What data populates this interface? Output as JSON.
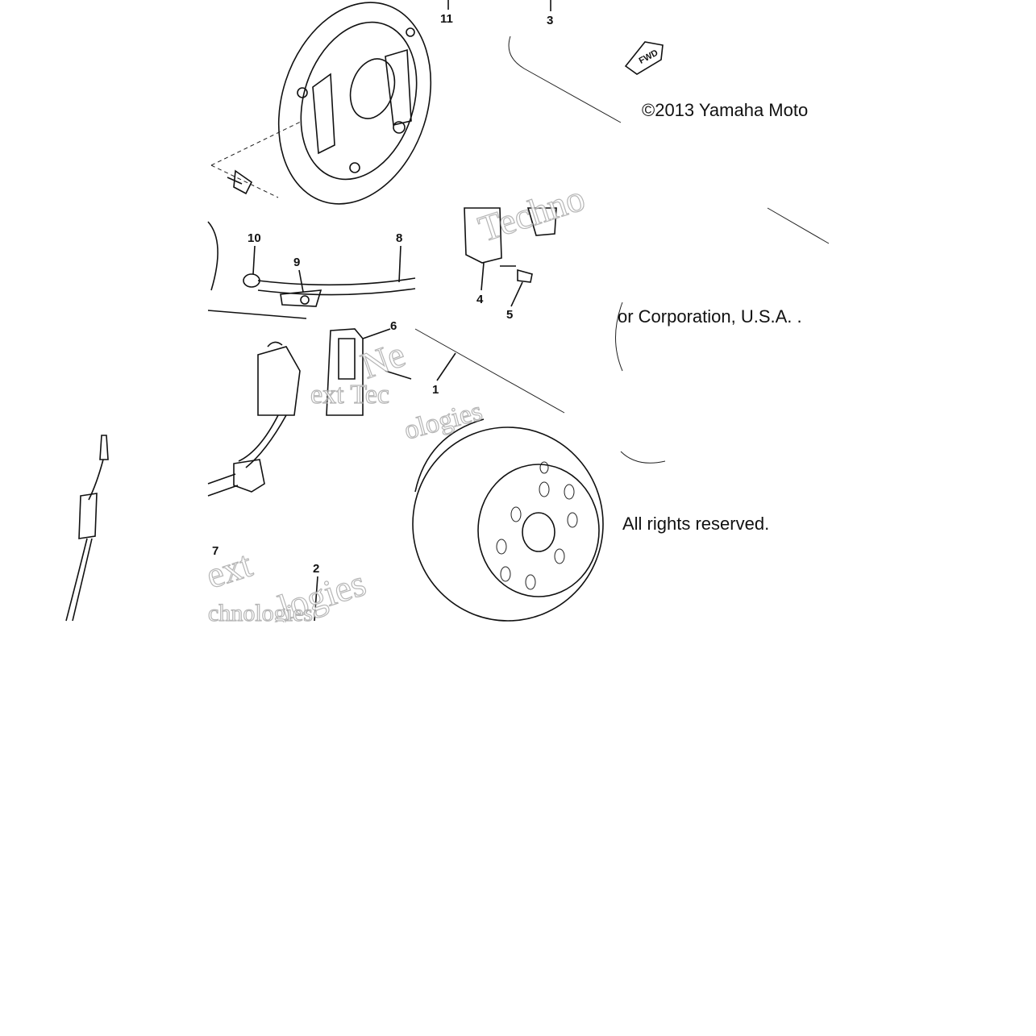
{
  "copyright": {
    "line1": "©2013 Yamaha Moto",
    "line2": "or Corporation, U.S.A. .",
    "line3": "All rights reserved."
  },
  "direction_marker": {
    "label": "FWD"
  },
  "watermark": {
    "t1": "Techno",
    "t2": "Ne",
    "t3": "ext Tec",
    "t4": "ologies",
    "t5": "ext",
    "t6": "logies",
    "t7": "chnologies"
  },
  "callouts": {
    "c1": "1",
    "c2": "2",
    "c3": "3",
    "c4": "4",
    "c5": "5",
    "c6": "6",
    "c7": "7",
    "c8": "8",
    "c9": "9",
    "c10": "10",
    "c11": "11"
  },
  "parts": {
    "stator_plate": "stator-plate",
    "flywheel": "flywheel-rotor",
    "coils": "ignition-coils",
    "lead_wire": "lead-wire"
  }
}
